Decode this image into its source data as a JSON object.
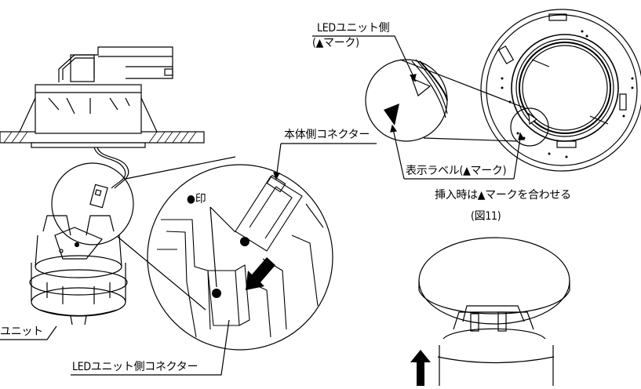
{
  "labels": {
    "led_unit_side_line1": "LEDユニット側",
    "led_unit_side_line2": "(▲マーク)",
    "body_side_connector": "本体側コネクター",
    "dot_mark": "●印",
    "display_label": "表示ラベル(▲マーク)",
    "insert_instruction": "挿入時は▲マークを合わせる",
    "figure_number": "(図11)",
    "led_unit_partial": "ユニット",
    "led_unit_side_connector": "LEDユニット側コネクター"
  }
}
